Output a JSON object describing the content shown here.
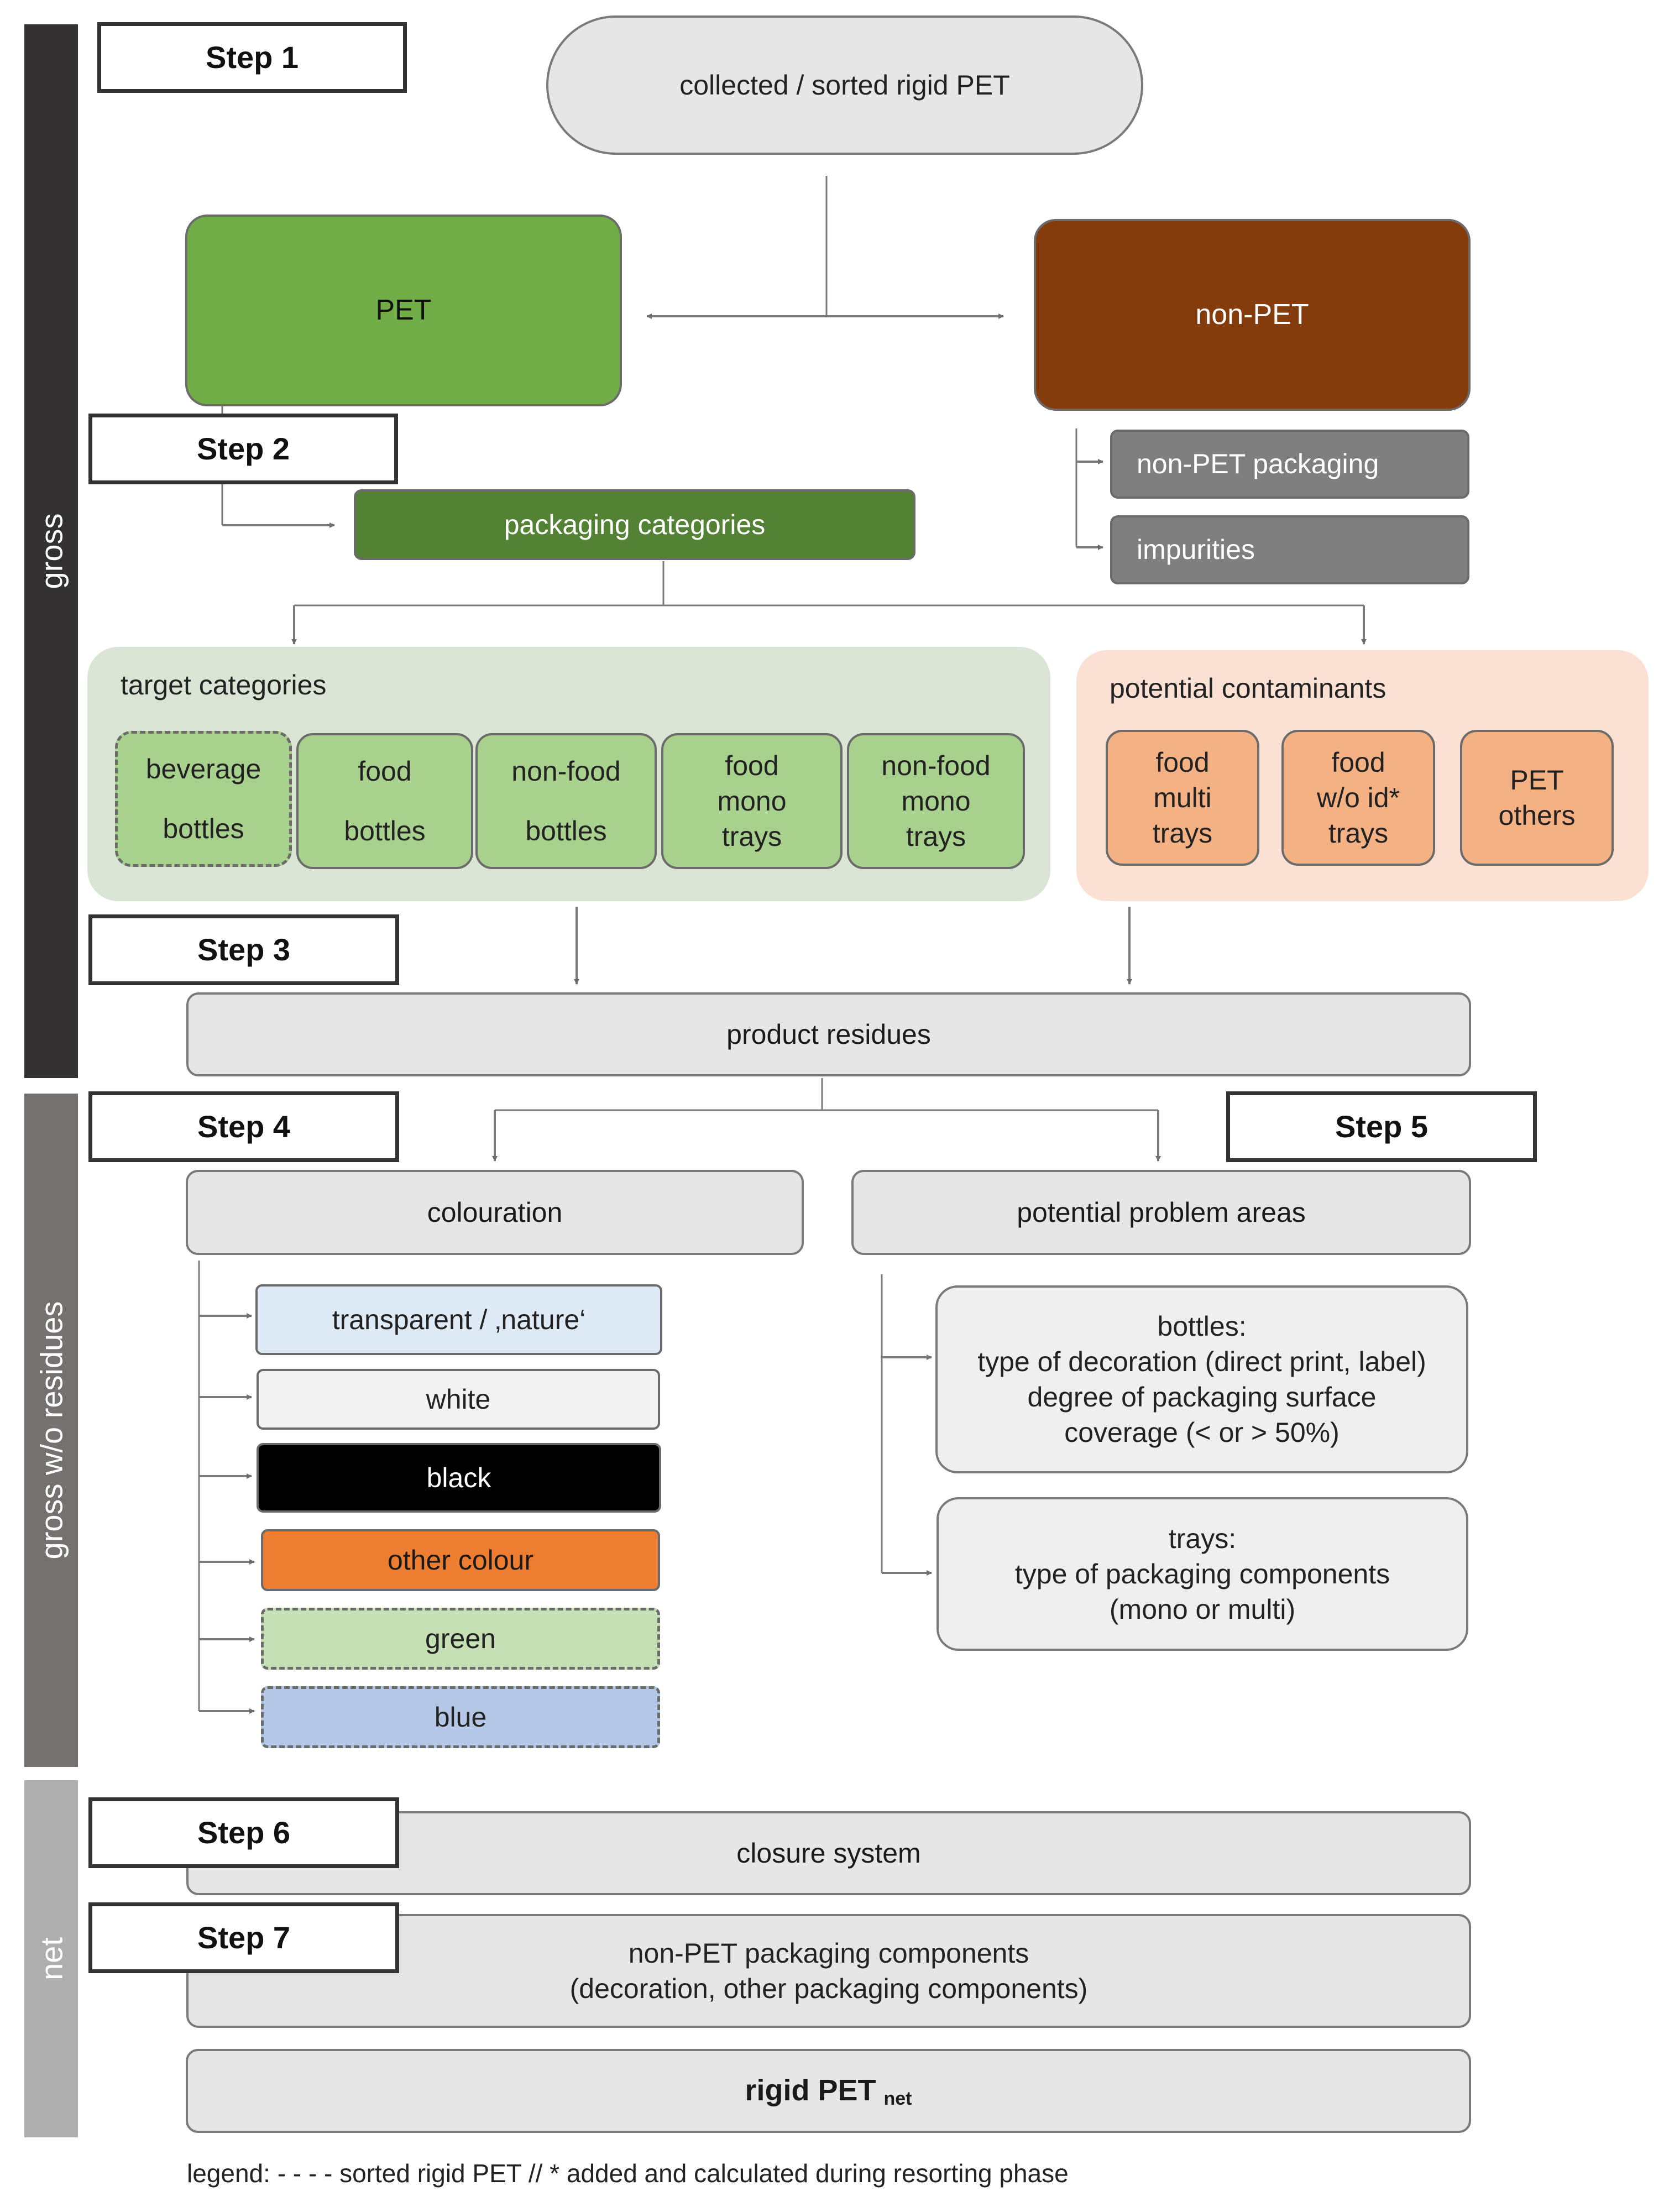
{
  "sections": {
    "gross": "gross",
    "gross_wo_residues": "gross w/o residues",
    "net": "net"
  },
  "steps": {
    "step1": "Step 1",
    "step2": "Step 2",
    "step3": "Step 3",
    "step4": "Step 4",
    "step5": "Step 5",
    "step6": "Step 6",
    "step7": "Step 7"
  },
  "top": {
    "source": "collected / sorted rigid PET"
  },
  "split": {
    "pet": "PET",
    "non_pet": "non-PET"
  },
  "non_pet_items": [
    "non-PET packaging",
    "impurities"
  ],
  "packaging_categories": "packaging categories",
  "target": {
    "title": "target categories",
    "items": [
      {
        "line1": "beverage",
        "line2": "bottles"
      },
      {
        "line1": "food",
        "line2": "bottles"
      },
      {
        "line1": "non-food",
        "line2": "bottles"
      },
      {
        "line1": "food",
        "line2": "mono",
        "line3": "trays"
      },
      {
        "line1": "non-food",
        "line2": "mono",
        "line3": "trays"
      }
    ]
  },
  "contaminants": {
    "title": "potential contaminants",
    "items": [
      {
        "line1": "food",
        "line2": "multi",
        "line3": "trays"
      },
      {
        "line1": "food",
        "line2": "w/o id*",
        "line3": "trays"
      },
      {
        "line1": "PET",
        "line2": "others"
      }
    ]
  },
  "product_residues": "product residues",
  "colouration": {
    "title": "colouration",
    "items": [
      "transparent / ‚nature‘",
      "white",
      "black",
      "other colour",
      "green",
      "blue"
    ],
    "colors": [
      "#deebf7",
      "#f2f2f2",
      "#000000",
      "#ed7d31",
      "#c5e0b4",
      "#b4c7e7"
    ]
  },
  "problem_areas": {
    "title": "potential problem areas",
    "bottles": [
      "bottles:",
      "type of decoration (direct print, label)",
      "degree of packaging surface",
      "coverage (< or > 50%)"
    ],
    "trays": [
      "trays:",
      "type of packaging components",
      "(mono or multi)"
    ]
  },
  "closure_system": "closure system",
  "non_pet_components": [
    "non-PET packaging components",
    "(decoration, other packaging components)"
  ],
  "result": {
    "main": "rigid PET",
    "sub": "net"
  },
  "legend": "legend: - - - - sorted rigid PET // * added and calculated during resorting phase",
  "palette": {
    "pet_green": "#70ad47",
    "dark_green": "#548235",
    "non_pet_brown": "#843c0c",
    "grey_box": "#7f7f7f",
    "target_bg": "#dae5d5",
    "contaminant_bg": "#fbe1d4"
  }
}
